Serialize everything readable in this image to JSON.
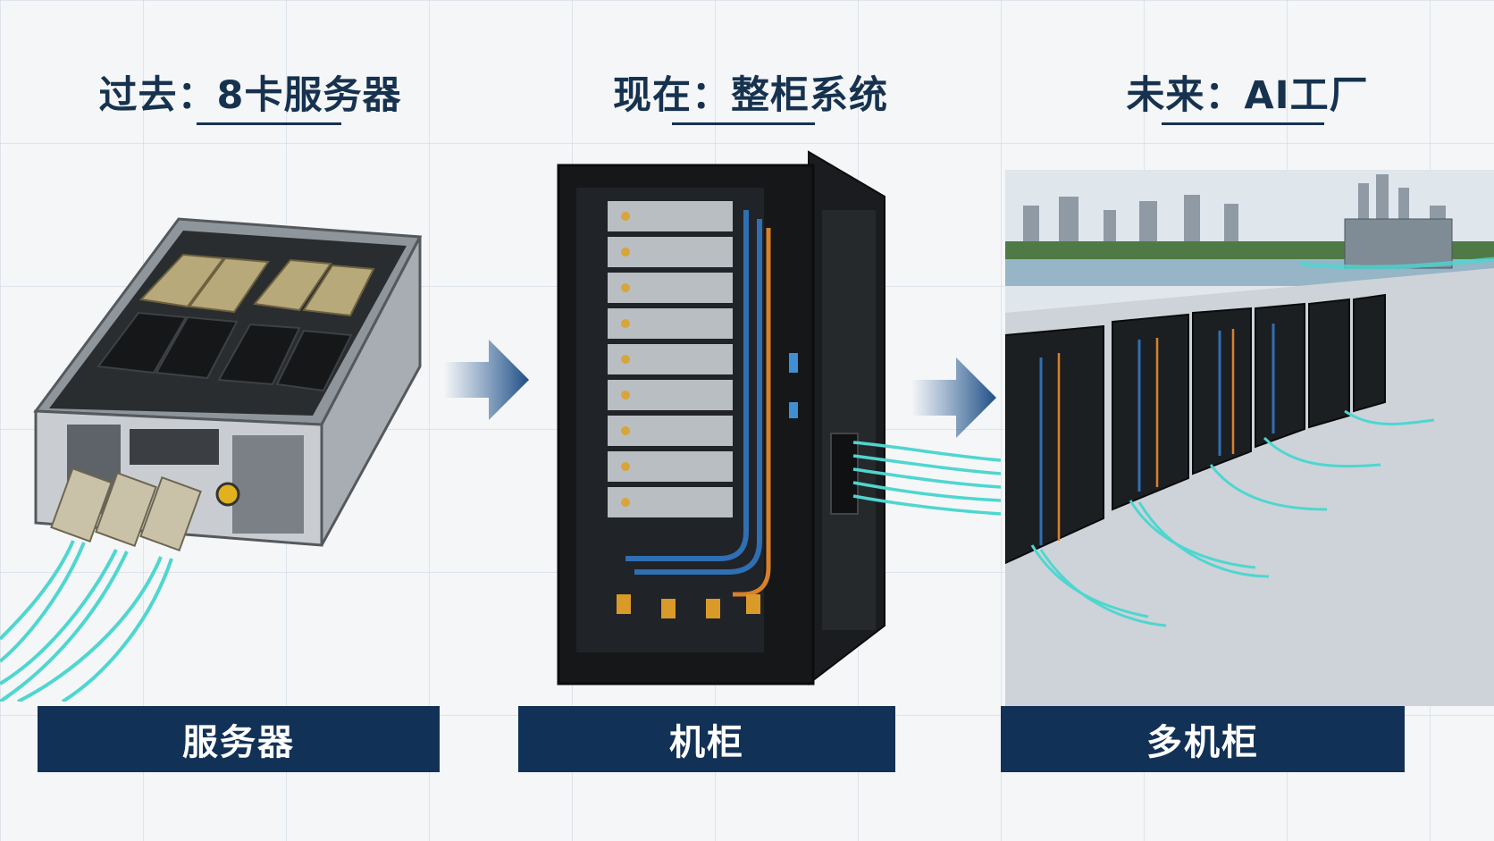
{
  "panels": [
    {
      "title": "过去：8卡服务器",
      "label": "服务器"
    },
    {
      "title": "现在：整柜系统",
      "label": "机柜"
    },
    {
      "title": "未来：AI工厂",
      "label": "多机柜"
    }
  ],
  "colors": {
    "navy": "#123156",
    "title": "#16324f",
    "fiber": "#4fd6d0",
    "accent": "#2f6fb3"
  }
}
